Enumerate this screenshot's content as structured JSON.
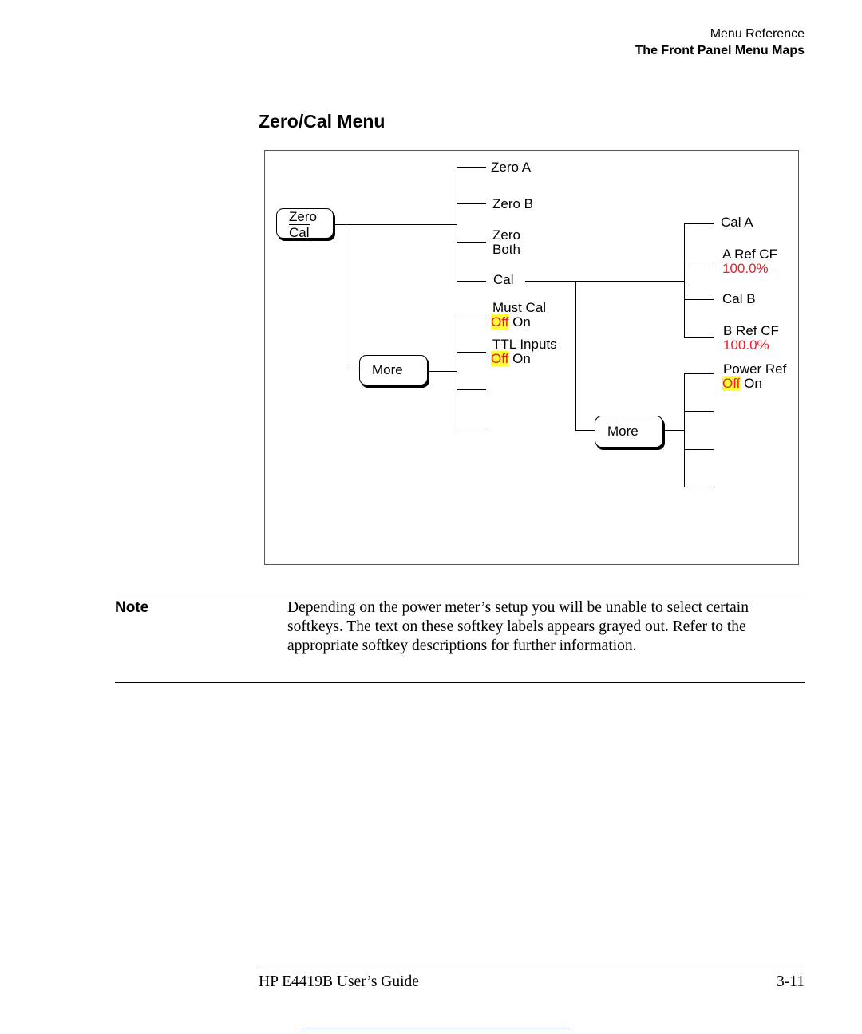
{
  "header": {
    "section": "Menu Reference",
    "subsection": "The Front Panel Menu Maps"
  },
  "title": "Zero/Cal Menu",
  "diagram": {
    "root_key": {
      "line1": "Zero",
      "line2": "Cal"
    },
    "level1": {
      "zero_a": "Zero A",
      "zero_b": "Zero B",
      "zero_both_1": "Zero",
      "zero_both_2": "Both",
      "cal": "Cal"
    },
    "more_key_1": "More",
    "level1_more": {
      "must_cal": "Must Cal",
      "must_cal_off": "Off",
      "must_cal_on": "On",
      "ttl_inputs": "TTL Inputs",
      "ttl_inputs_off": "Off",
      "ttl_inputs_on": "On"
    },
    "cal_menu": {
      "cal_a": "Cal A",
      "a_ref_cf": "A Ref CF",
      "a_ref_cf_value": "100.0%",
      "cal_b": "Cal B",
      "b_ref_cf": "B Ref CF",
      "b_ref_cf_value": "100.0%"
    },
    "more_key_2": "More",
    "cal_more": {
      "power_ref": "Power Ref",
      "power_ref_off": "Off",
      "power_ref_on": "On"
    },
    "colors": {
      "value_text": "#e0202a",
      "highlight": "#ffff33"
    }
  },
  "note": {
    "label": "Note",
    "text": "Depending on the power meter’s setup you will be unable to select certain softkeys. The text on these softkey labels appears grayed out. Refer to the appropriate softkey descriptions for further information."
  },
  "footer": {
    "guide": "HP E4419B User’s Guide",
    "page": "3-11"
  }
}
